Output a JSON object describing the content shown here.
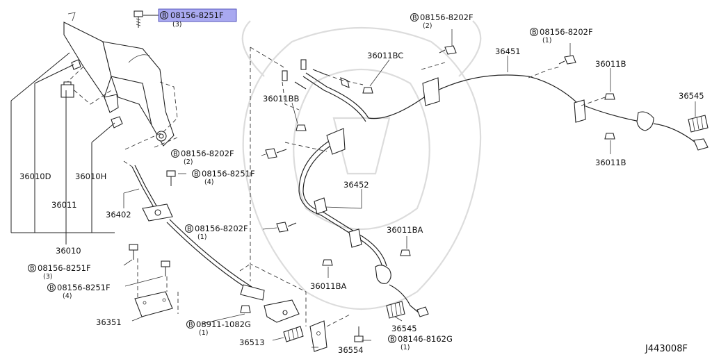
{
  "diagram": {
    "code": "J443008F",
    "bolt_symbol": "B",
    "highlighted_part": "08156-8251F",
    "parts": {
      "p36010": "36010",
      "p36010d": "36010D",
      "p36011": "36011",
      "p36010h": "36010H",
      "p36402": "36402",
      "p36351": "36351",
      "p36513": "36513",
      "p36554": "36554",
      "p36545a": "36545",
      "p36545b": "36545",
      "p36452": "36452",
      "p36451": "36451",
      "p36011bc": "36011BC",
      "p36011bb": "36011BB",
      "p36011ba1": "36011BA",
      "p36011ba2": "36011BA",
      "p36011b1": "36011B",
      "p36011b2": "36011B"
    },
    "fasteners": {
      "f1": {
        "number": "08156-8251F",
        "qty": "(3)"
      },
      "f2": {
        "number": "08156-8202F",
        "qty": "(2)"
      },
      "f3": {
        "number": "08156-8202F",
        "qty": "(1)"
      },
      "f4": {
        "number": "08156-8202F",
        "qty": "(2)"
      },
      "f5": {
        "number": "08156-8251F",
        "qty": "(4)"
      },
      "f6": {
        "number": "08156-8202F",
        "qty": "(1)"
      },
      "f7": {
        "number": "08156-8251F",
        "qty": "(3)"
      },
      "f8": {
        "number": "08156-8251F",
        "qty": "(4)"
      },
      "f9": {
        "number": "08911-1082G",
        "qty": "(1)"
      },
      "f10": {
        "number": "08146-8162G",
        "qty": "(1)"
      }
    }
  }
}
